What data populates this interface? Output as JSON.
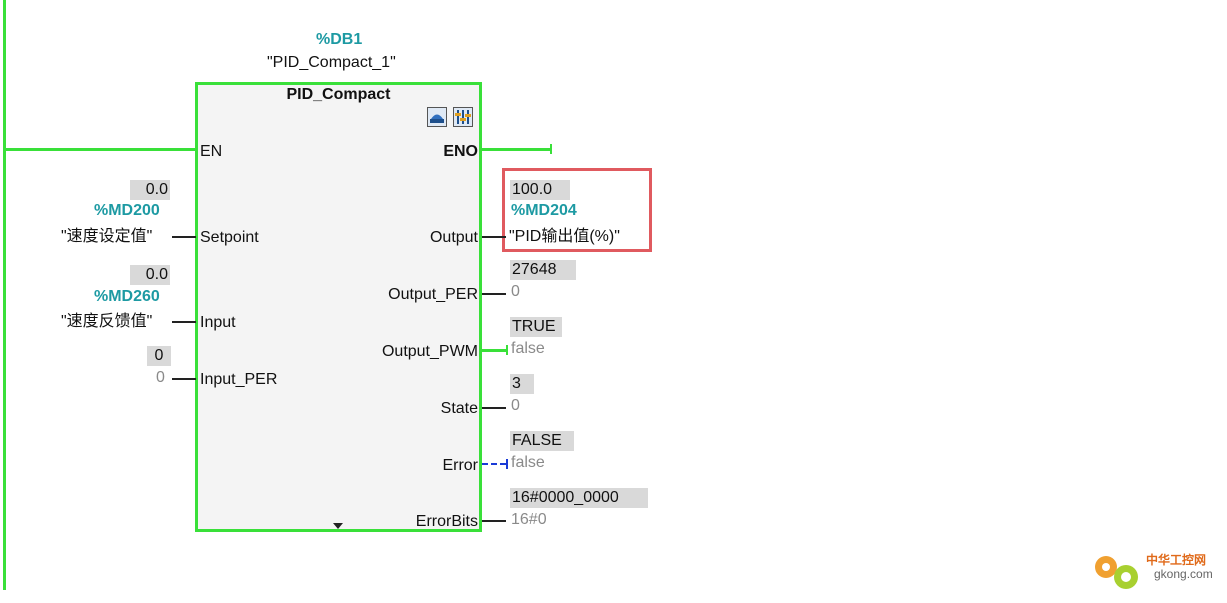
{
  "instance": {
    "db_address": "%DB1",
    "db_name": "\"PID_Compact_1\""
  },
  "block": {
    "title": "PID_Compact",
    "icons": [
      "commissioning-icon",
      "configuration-icon"
    ]
  },
  "inputs": [
    {
      "pin": "EN"
    },
    {
      "pin": "Setpoint",
      "value": "0.0",
      "address": "%MD200",
      "tag": "\"速度设定值\""
    },
    {
      "pin": "Input",
      "value": "0.0",
      "address": "%MD260",
      "tag": "\"速度反馈值\""
    },
    {
      "pin": "Input_PER",
      "value": "0",
      "tag": "0"
    }
  ],
  "outputs": [
    {
      "pin": "ENO"
    },
    {
      "pin": "Output",
      "value": "100.0",
      "address": "%MD204",
      "tag": "\"PID输出值(%)\""
    },
    {
      "pin": "Output_PER",
      "value": "27648",
      "tag": "0"
    },
    {
      "pin": "Output_PWM",
      "value": "TRUE",
      "tag": "false"
    },
    {
      "pin": "State",
      "value": "3",
      "tag": "0"
    },
    {
      "pin": "Error",
      "value": "FALSE",
      "tag": "false"
    },
    {
      "pin": "ErrorBits",
      "value": "16#0000_0000",
      "tag": "16#0"
    }
  ],
  "watermark": {
    "cn": "中华工控网",
    "url": "gkong.com"
  },
  "colors": {
    "power_flow": "#39e039",
    "address": "#1d9aa3",
    "highlight": "#e05a5f",
    "no_flow": "#1a3bd6"
  }
}
